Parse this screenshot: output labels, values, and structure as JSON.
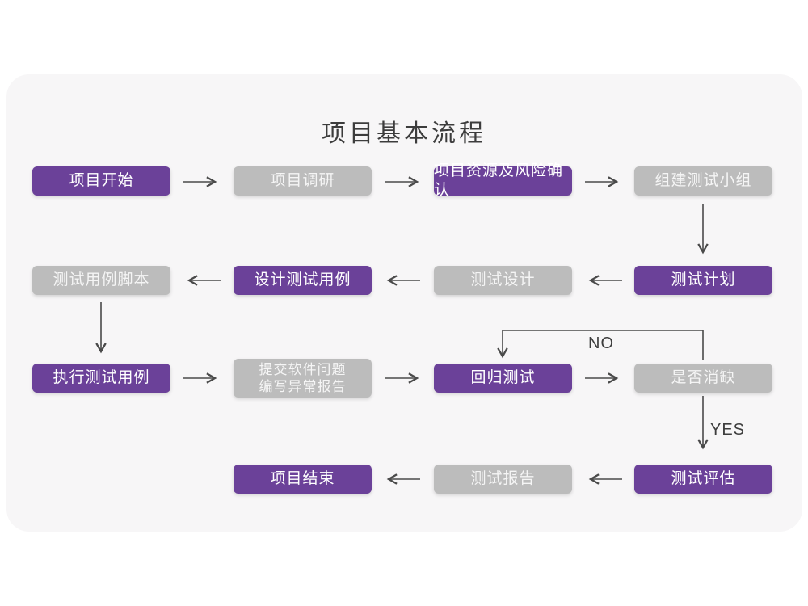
{
  "title": "项目基本流程",
  "flowchart": {
    "nodes": [
      {
        "id": "start",
        "label": "项目开始",
        "style": "purple"
      },
      {
        "id": "research",
        "label": "项目调研",
        "style": "gray"
      },
      {
        "id": "risk",
        "label": "项目资源及风险确认",
        "style": "purple"
      },
      {
        "id": "team",
        "label": "组建测试小组",
        "style": "gray"
      },
      {
        "id": "plan",
        "label": "测试计划",
        "style": "purple"
      },
      {
        "id": "design",
        "label": "测试设计",
        "style": "gray"
      },
      {
        "id": "cases",
        "label": "设计测试用例",
        "style": "purple"
      },
      {
        "id": "script",
        "label": "测试用例脚本",
        "style": "gray"
      },
      {
        "id": "execute",
        "label": "执行测试用例",
        "style": "purple"
      },
      {
        "id": "submit",
        "label": "提交软件问题",
        "label2": "编写异常报告",
        "style": "gray"
      },
      {
        "id": "regression",
        "label": "回归测试",
        "style": "purple"
      },
      {
        "id": "defect",
        "label": "是否消缺",
        "style": "gray"
      },
      {
        "id": "evaluate",
        "label": "测试评估",
        "style": "purple"
      },
      {
        "id": "report",
        "label": "测试报告",
        "style": "gray"
      },
      {
        "id": "end",
        "label": "项目结束",
        "style": "purple"
      }
    ],
    "edge_labels": {
      "no": "NO",
      "yes": "YES"
    },
    "colors": {
      "node_purple": "#6b4199",
      "node_gray": "#bcbcbc",
      "node_text": "#ffffff",
      "arrow": "#4a4a4a",
      "card_background": "#f7f6f7",
      "title_text": "#3c3c3c"
    }
  }
}
